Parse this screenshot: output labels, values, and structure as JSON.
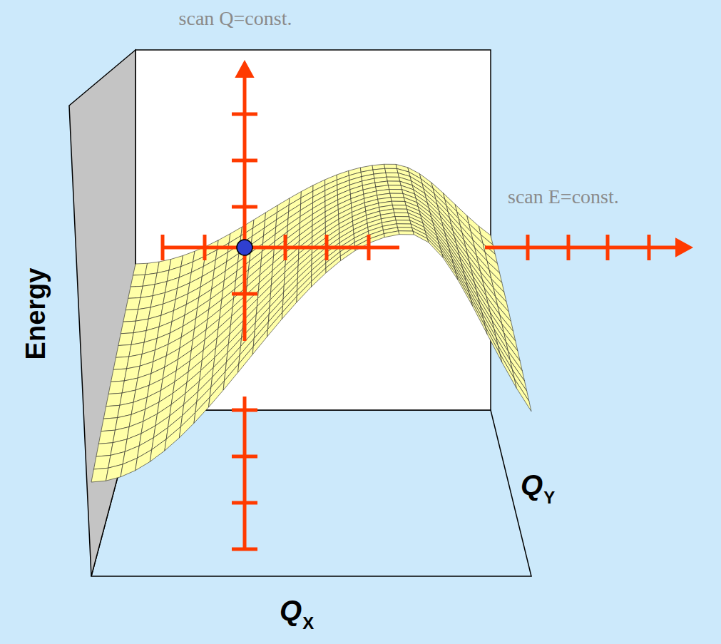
{
  "diagram": {
    "labels": [
      "scan Q=const.",
      "scan E=const.",
      "Energy",
      "Q",
      "X",
      "Q",
      "Y"
    ]
  }
}
